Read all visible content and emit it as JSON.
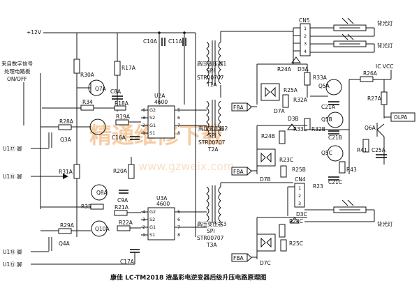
{
  "caption": "康佳 LC-TM2018 液晶彩电逆变器后级升压电路原理图",
  "watermark": {
    "main": "精通维修下载",
    "url": "www.gzweix.com"
  },
  "labels": {
    "v12": "+12V",
    "src1": "来自数字信号",
    "src2": "处理电路板",
    "src3": "ON/OFF",
    "u1_17": "U1⑰ 脚",
    "u1_16": "U1⑯ 脚",
    "u1_18": "U1⑱ 脚",
    "u1_15": "U1⑮ 脚",
    "icvcc": "IC VCC",
    "olpa": "OLPA",
    "fba": "FBA",
    "backlight": "背光灯",
    "t1a": [
      "高压变压器1",
      "SPI",
      "STR00707",
      "T1A"
    ],
    "t2a": [
      "高压变压器2",
      "SPI",
      "STR00707",
      "T2A"
    ],
    "t3a": [
      "高压变压器3",
      "SPI",
      "STR00707",
      "T3A"
    ]
  },
  "ic": {
    "u2a": {
      "name": "U2A",
      "part": "4600",
      "pins_left": [
        "G2",
        "S2",
        "G1",
        "S1"
      ],
      "pins_left_no": [
        "6",
        "3",
        "2",
        "1"
      ],
      "pins_right_no": [
        "5",
        "6",
        "7",
        "8"
      ]
    },
    "u3a": {
      "name": "U3A",
      "part": "4600",
      "pins_left": [
        "G2",
        "S2",
        "G1",
        "S1"
      ],
      "pins_left_no": [
        "4",
        "3",
        "2",
        "1"
      ],
      "pins_right_no": [
        "5",
        "6",
        "7",
        "8"
      ]
    }
  },
  "connectors": {
    "cn5": "CN5",
    "cn4": "CN4"
  },
  "parts": {
    "R30A": "R30A",
    "Q7A": "Q7A",
    "R17A": "R17A",
    "C8A": "C8A",
    "R18A": "R18A",
    "R34": "R34",
    "R28A": "R28A",
    "Q3A": "Q3A",
    "R19A": "R19A",
    "C16A": "C16A",
    "C10A": "C10A",
    "C11A": "C11A",
    "R31A": "R31A",
    "R20A": "R20A",
    "Q8A": "Q8A",
    "C9A": "C9A",
    "R35": "R35",
    "R21A": "R21A",
    "R29A": "R29A",
    "Q10A": "Q10A",
    "R22A": "R22A",
    "Q4A": "Q4A",
    "C17A": "C17A",
    "R24A": "R24A",
    "D3A": "D3A",
    "R33A": "R33A",
    "Q5A": "Q5A",
    "R25A": "R25A",
    "R32A": "R32A",
    "C21A": "C21A",
    "D7A": "D7A",
    "D3B": "D3B",
    "R33B": "R33B",
    "R32B": "R32B",
    "Q5B": "Q5B",
    "C21B": "C21B",
    "R24B": "R24B",
    "R23C": "R23C",
    "D7B": "D7B",
    "R25B": "R25B",
    "Q5C": "Q5C",
    "R43": "R43",
    "C21C": "C21C",
    "R26A": "R26A",
    "R27A": "R27A",
    "Q6A": "Q6A",
    "R41": "R41",
    "C25A": "C25A",
    "R24C": "R24C",
    "D3C": "D3C",
    "R25C": "R25C",
    "D7C": "D7C",
    "R23": "R23"
  },
  "pins": {
    "cn5": [
      "1",
      "2",
      "3",
      "4"
    ],
    "cn4": [
      "1",
      "2",
      "3"
    ]
  }
}
